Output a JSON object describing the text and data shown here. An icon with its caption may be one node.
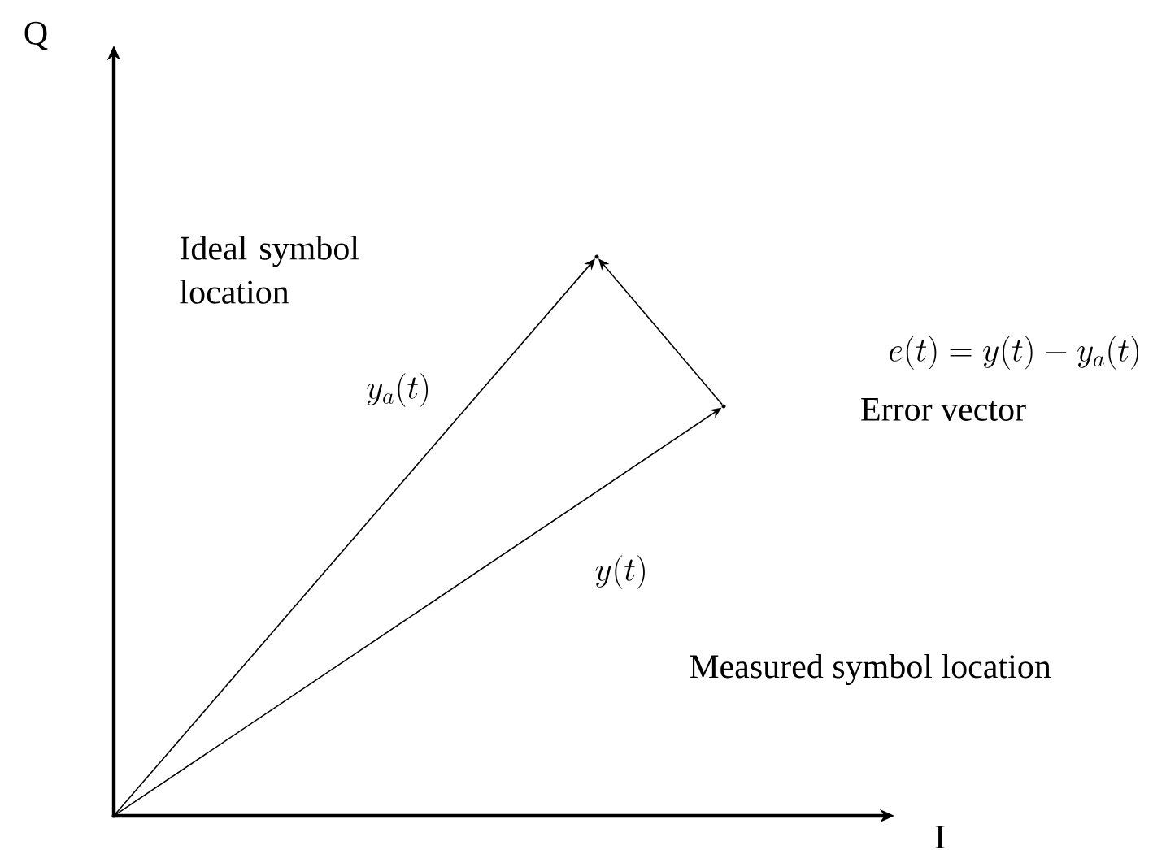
{
  "diagram": {
    "nodes": [
      {
        "text": [],
        "shape": "point"
      },
      {
        "text": [],
        "shape": "point"
      },
      {
        "text": [],
        "shape": "point"
      }
    ],
    "edges": [
      {
        "from": 0,
        "to": 1,
        "arrow": "to",
        "label": "y_a(t)"
      },
      {
        "from": 0,
        "to": 2,
        "arrow": "to",
        "label": "y(t)"
      },
      {
        "from": 2,
        "to": 1,
        "arrow": "to"
      }
    ],
    "labels": [
      "Q",
      "Ideal symbol location",
      "e(t) = y(t) - y_a(t)",
      "Error vector",
      "Measured symbol location",
      "I"
    ]
  }
}
